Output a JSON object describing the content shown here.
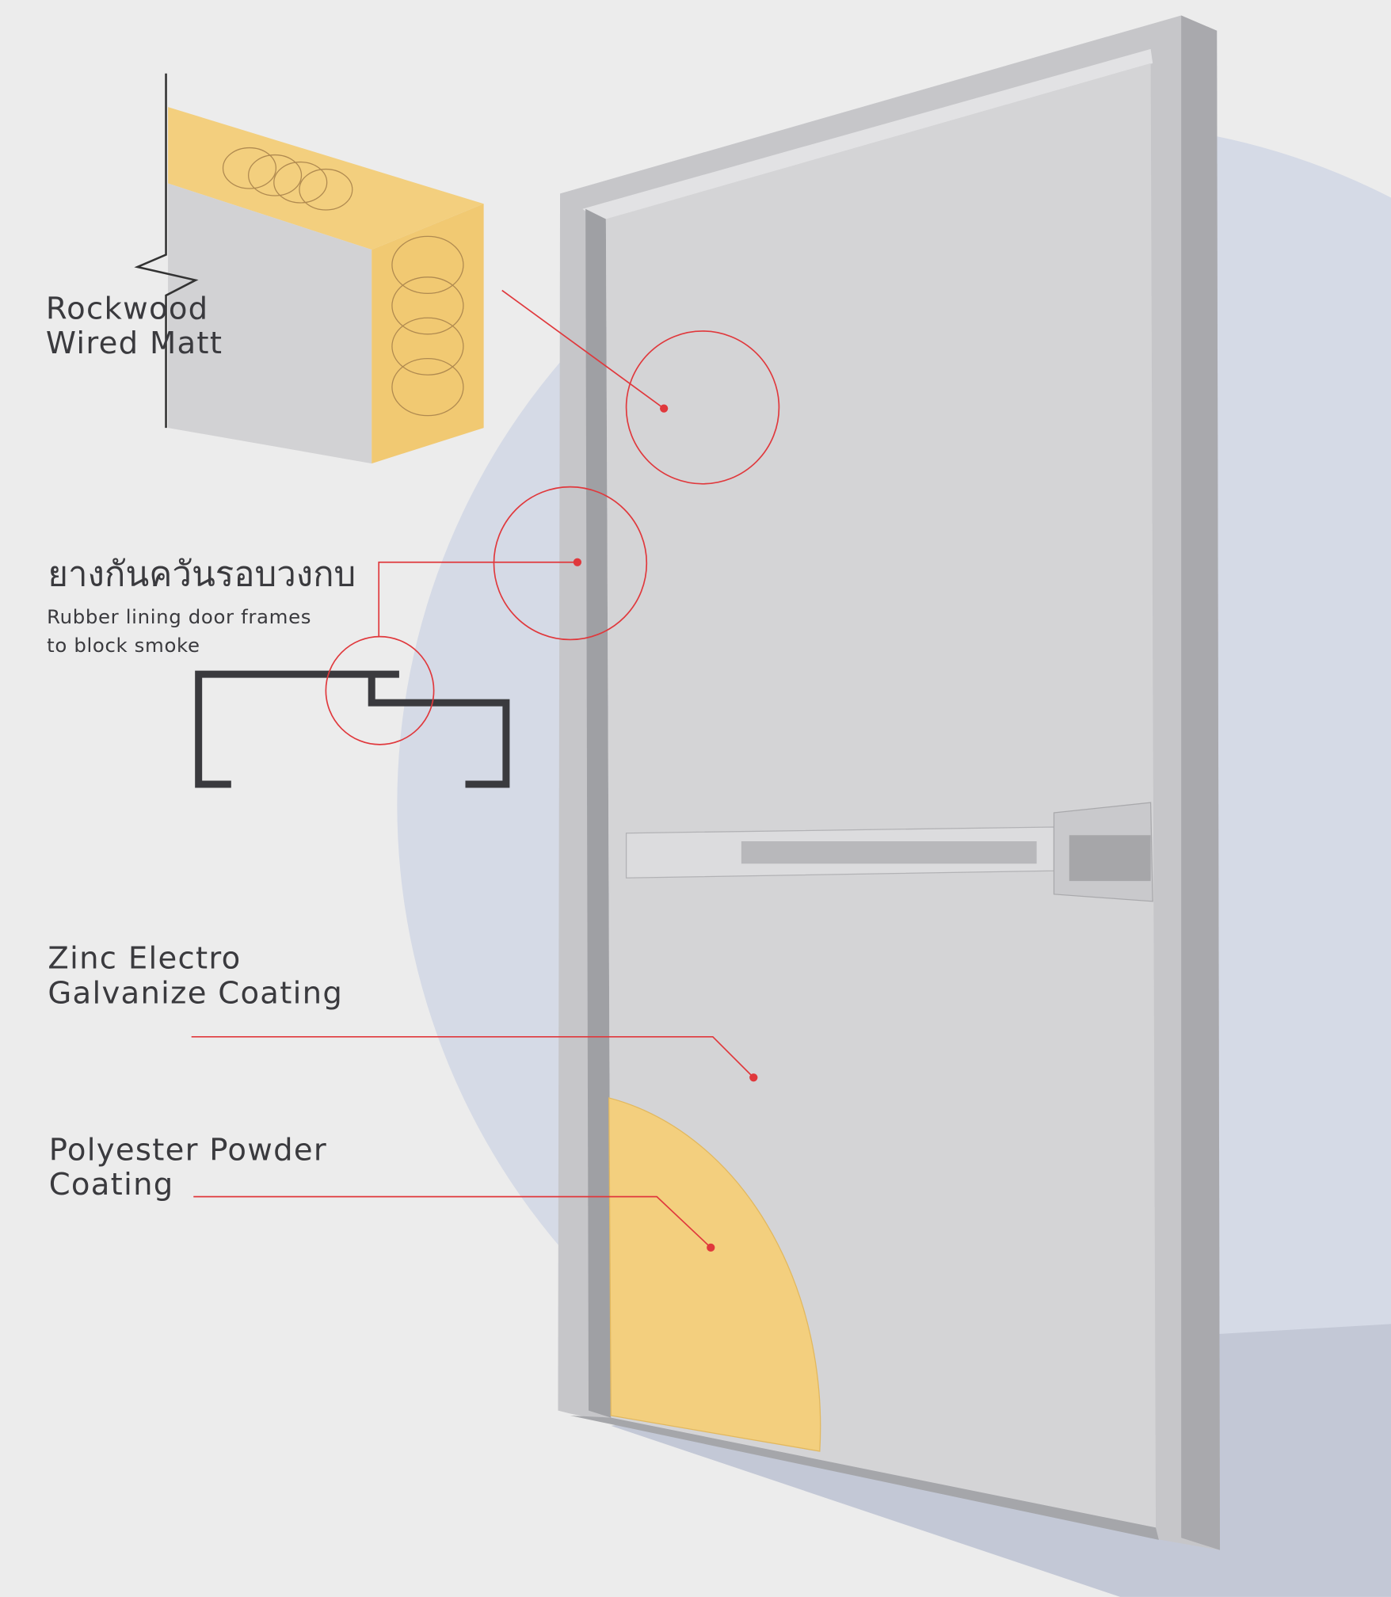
{
  "labels": {
    "rockwood_line1": "Rockwood",
    "rockwood_line2": "Wired Matt",
    "thai_heading": "ยางกันควันรอบวงกบ",
    "rubber_line1": "Rubber lining door frames",
    "rubber_line2": "to block smoke",
    "zinc_line1": "Zinc Electro",
    "zinc_line2": "Galvanize Coating",
    "polyester_line1": "Polyester Powder",
    "polyester_line2": "Coating"
  },
  "colors": {
    "background": "#ececec",
    "backdrop_circle": "#d5dae6",
    "door_frame": "#c6c6c9",
    "door_panel": "#d4d4d6",
    "insulation": "#f3cf7e",
    "callout": "#e0383c"
  }
}
